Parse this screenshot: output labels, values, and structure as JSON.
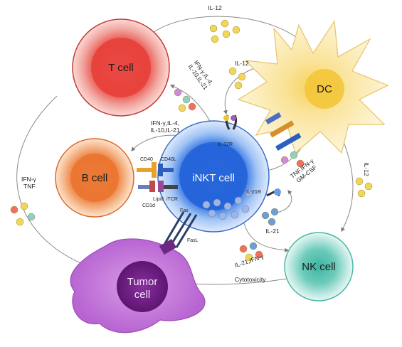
{
  "cells": {
    "t_cell": "T cell",
    "b_cell": "B cell",
    "dc": "DC",
    "nk_cell": "NK cell",
    "inkt_cell": "iNKT cell",
    "tumor_line1": "Tumor",
    "tumor_line2": "cell"
  },
  "labels": {
    "il12_top": "IL-12",
    "il12_dc_inkt": "IL-12",
    "il12_nk": "IL-12",
    "ifng_tnf_line1": "IFN-γ",
    "ifng_tnf_line2": "TNF",
    "tcell_cytokines_line1": "IFN-γ,IL-4,",
    "tcell_cytokines_line2": "IL-10,IL-21",
    "bcell_cytokines_line1": "IFN-γ,IL-4,",
    "bcell_cytokines_line2": "IL-10,IL-21",
    "cd40": "CD40",
    "cd40l": "CD40L",
    "lipid": "Lipid",
    "itcr": "iTCR",
    "cd1d": "CD1d",
    "il12r": "IL-12R",
    "il21r": "IL-21R",
    "fas": "Fas",
    "fasl": "FasL",
    "il21": "IL-21",
    "dc_cytokines_line1": "TNF,IFN-γ",
    "dc_cytokines_line2": "GM-CSF",
    "nk_cytokines": "IL-21,IFN-γ",
    "cytotoxicity": "Cytotoxicity"
  },
  "colors": {
    "t_cell": "#e9504a",
    "b_cell": "#ec7d3a",
    "inkt_cell": "#2b6fe0",
    "dc": "#f3c73a",
    "nk_cell": "#3fb4a1",
    "tumor_cell": "#b865d2"
  }
}
